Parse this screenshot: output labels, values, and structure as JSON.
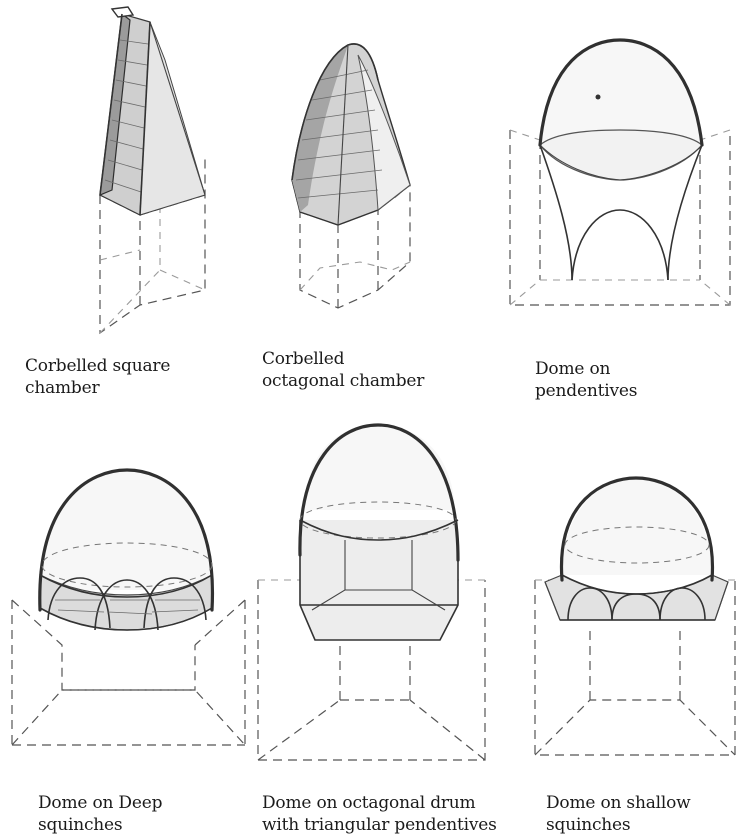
{
  "figures": [
    {
      "id": "corbelled-square",
      "caption_lines": [
        "Corbelled square",
        "chamber"
      ]
    },
    {
      "id": "corbelled-octagonal",
      "caption_lines": [
        "Corbelled",
        "octagonal chamber"
      ]
    },
    {
      "id": "dome-pendentives",
      "caption_lines": [
        "Dome on",
        "pendentives"
      ]
    },
    {
      "id": "dome-deep-squinches",
      "caption_lines": [
        "Dome on Deep",
        "squinches"
      ]
    },
    {
      "id": "dome-octagonal-drum",
      "caption_lines": [
        "Dome on octagonal drum",
        "with triangular pendentives"
      ]
    },
    {
      "id": "dome-shallow-squinches",
      "caption_lines": [
        "Dome on shallow",
        "squinches"
      ]
    }
  ]
}
